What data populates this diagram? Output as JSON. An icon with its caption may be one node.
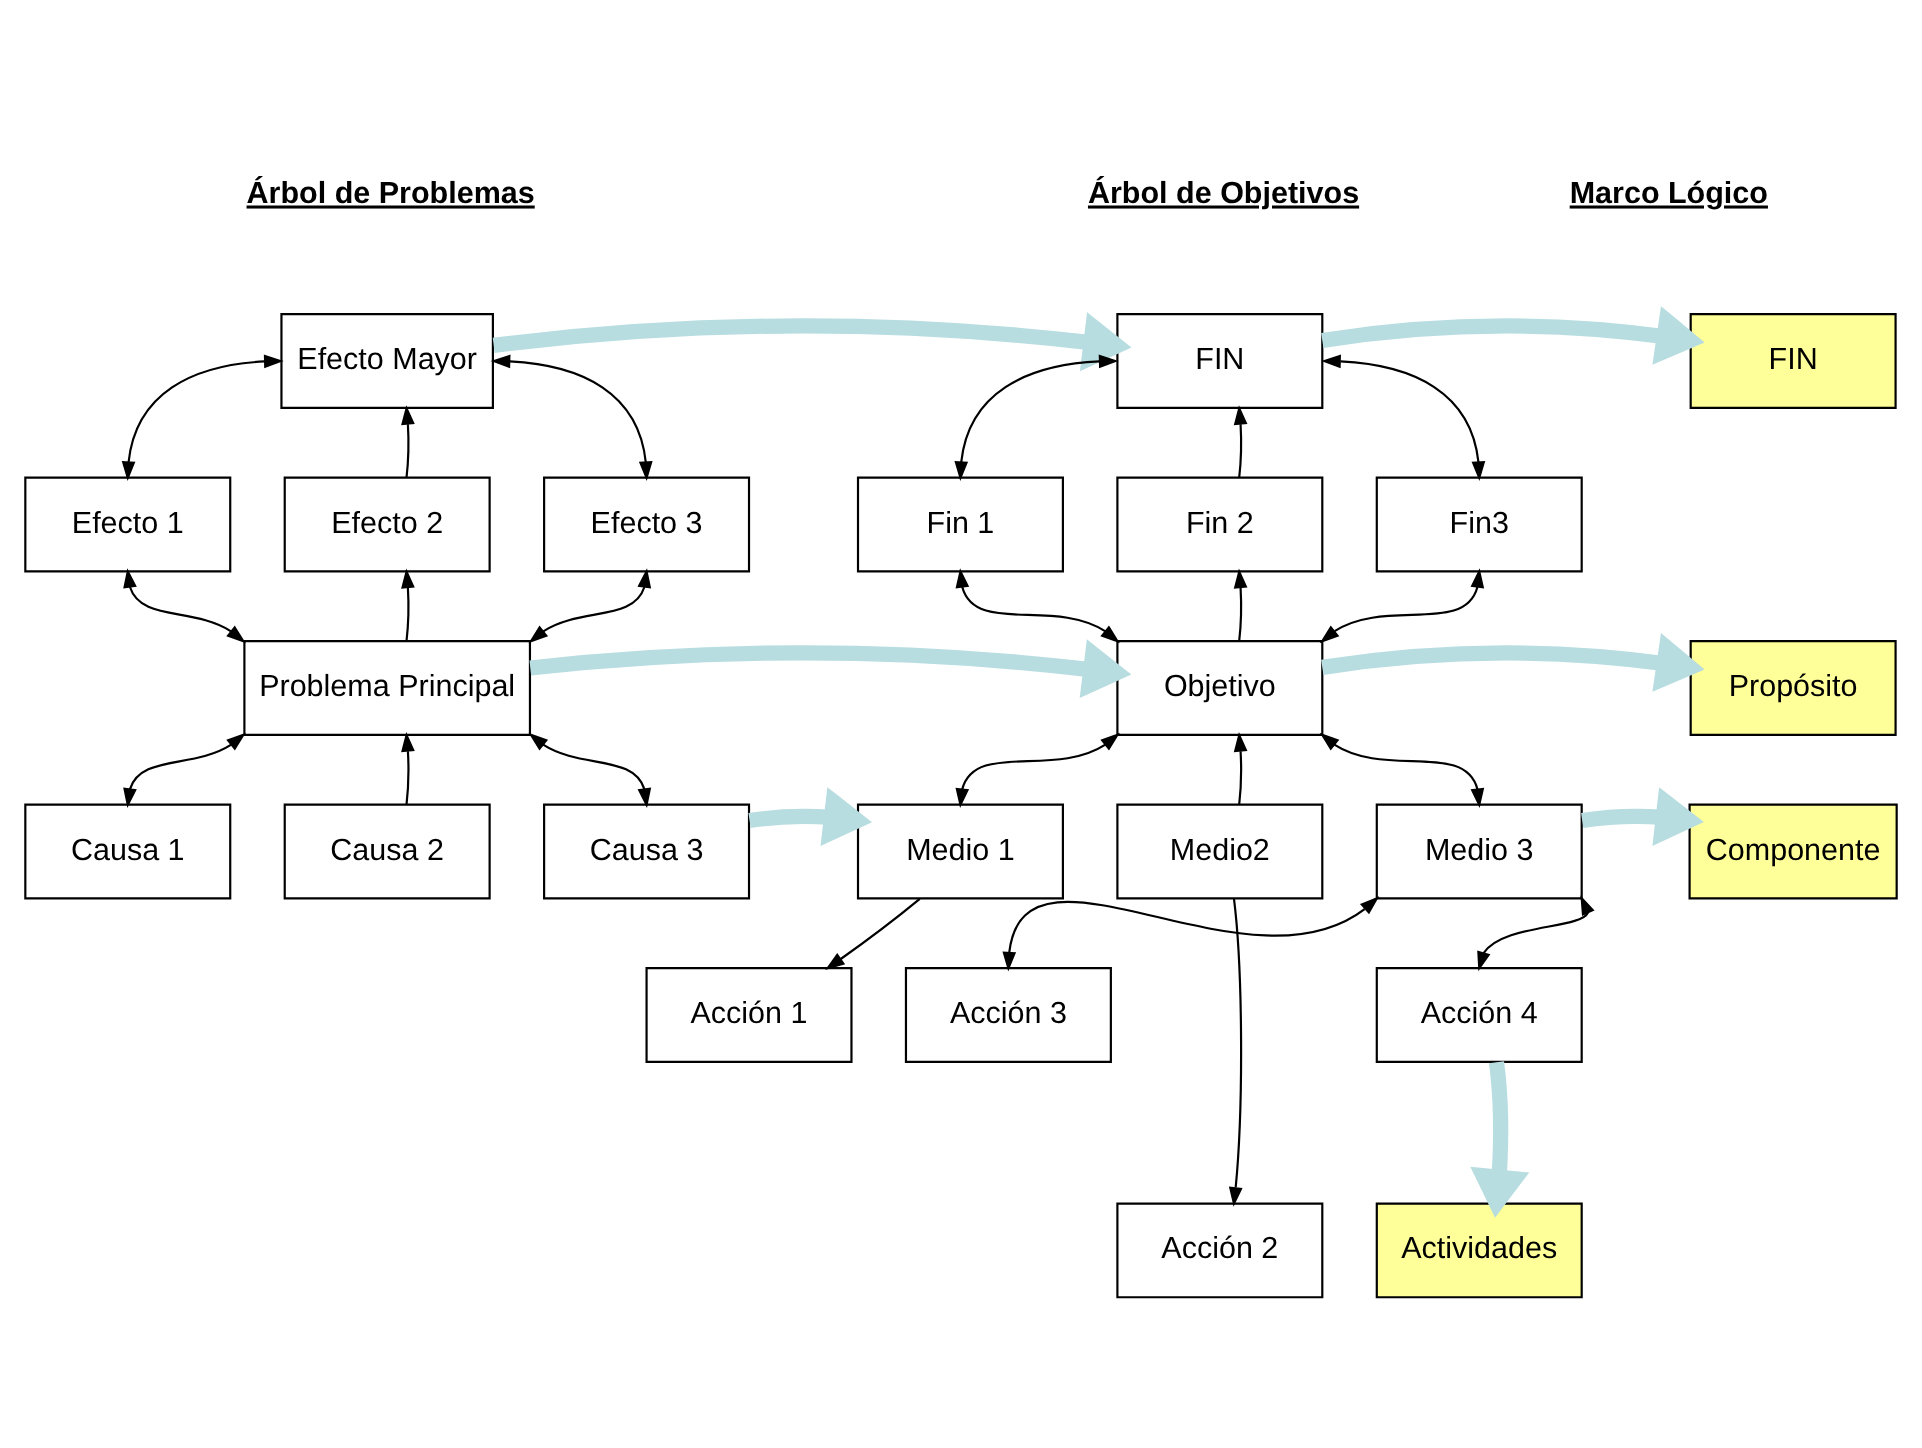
{
  "diagram": {
    "nodes": [
      {
        "text": [
          "Efecto Mayor"
        ]
      },
      {
        "text": [
          "Efecto 1"
        ]
      },
      {
        "text": [
          "Efecto 2"
        ]
      },
      {
        "text": [
          "Efecto 3"
        ]
      },
      {
        "text": [
          "Problema Principal"
        ]
      },
      {
        "text": [
          "Causa 1"
        ]
      },
      {
        "text": [
          "Causa 2"
        ]
      },
      {
        "text": [
          "Causa 3"
        ]
      },
      {
        "text": [
          "FIN"
        ]
      },
      {
        "text": [
          "Fin 1"
        ]
      },
      {
        "text": [
          "Fin 2"
        ]
      },
      {
        "text": [
          "Fin3"
        ]
      },
      {
        "text": [
          "Objetivo"
        ]
      },
      {
        "text": [
          "Medio 1"
        ]
      },
      {
        "text": [
          "Medio2"
        ]
      },
      {
        "text": [
          "Medio 3"
        ]
      },
      {
        "text": [
          "Acción 1"
        ]
      },
      {
        "text": [
          "Acción 3"
        ]
      },
      {
        "text": [
          "Acción 4"
        ]
      },
      {
        "text": [
          "Acción 2"
        ]
      },
      {
        "text": [
          "FIN"
        ]
      },
      {
        "text": [
          "Propósito"
        ]
      },
      {
        "text": [
          "Componente"
        ]
      },
      {
        "text": [
          "Actividades"
        ]
      }
    ],
    "edges": [
      {
        "from": 1,
        "to": 0,
        "arrow": "both"
      },
      {
        "from": 2,
        "to": 0,
        "arrow": "to"
      },
      {
        "from": 0,
        "to": 3,
        "arrow": "both"
      },
      {
        "from": 4,
        "to": 1,
        "arrow": "both"
      },
      {
        "from": 4,
        "to": 2,
        "arrow": "to"
      },
      {
        "from": 4,
        "to": 3,
        "arrow": "both"
      },
      {
        "from": 4,
        "to": 5,
        "arrow": "both"
      },
      {
        "from": 6,
        "to": 4,
        "arrow": "to"
      },
      {
        "from": 4,
        "to": 7,
        "arrow": "both"
      },
      {
        "from": 9,
        "to": 8,
        "arrow": "both"
      },
      {
        "from": 10,
        "to": 8,
        "arrow": "to"
      },
      {
        "from": 8,
        "to": 11,
        "arrow": "both"
      },
      {
        "from": 12,
        "to": 9,
        "arrow": "both"
      },
      {
        "from": 12,
        "to": 10,
        "arrow": "to"
      },
      {
        "from": 12,
        "to": 11,
        "arrow": "both"
      },
      {
        "from": 12,
        "to": 13,
        "arrow": "both"
      },
      {
        "from": 14,
        "to": 12,
        "arrow": "to"
      },
      {
        "from": 12,
        "to": 15,
        "arrow": "both"
      },
      {
        "from": 13,
        "to": 16,
        "arrow": "to"
      },
      {
        "from": 14,
        "to": 19,
        "arrow": "to"
      },
      {
        "from": 15,
        "to": 17,
        "arrow": "both"
      },
      {
        "from": 15,
        "to": 18,
        "arrow": "both"
      },
      {
        "from": 0,
        "to": 8,
        "arrow": "to",
        "style": "thick",
        "color": "#b7dde0"
      },
      {
        "from": 4,
        "to": 12,
        "arrow": "to",
        "style": "thick",
        "color": "#b7dde0"
      },
      {
        "from": 7,
        "to": 13,
        "arrow": "to",
        "style": "thick",
        "color": "#b7dde0"
      },
      {
        "from": 8,
        "to": 20,
        "arrow": "to",
        "style": "thick",
        "color": "#b7dde0"
      },
      {
        "from": 12,
        "to": 21,
        "arrow": "to",
        "style": "thick",
        "color": "#b7dde0"
      },
      {
        "from": 15,
        "to": 22,
        "arrow": "to",
        "style": "thick",
        "color": "#b7dde0"
      },
      {
        "from": 18,
        "to": 23,
        "arrow": "to",
        "style": "thick",
        "color": "#b7dde0"
      }
    ],
    "labels": [
      "Árbol de Problemas",
      "Árbol de Objetivos",
      "Marco Lógico"
    ]
  }
}
